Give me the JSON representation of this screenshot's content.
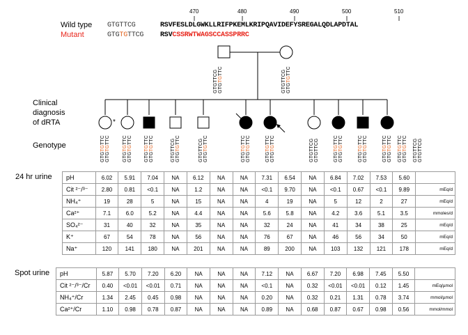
{
  "sequence": {
    "ticks": [
      "470",
      "480",
      "490",
      "500",
      "510"
    ],
    "wild_type": {
      "label": "Wild type",
      "dna": "GTGTTCG",
      "protein": "RSVFESLDLGWKLLRIFPKEMLKRIPQAVIDEFYSREGALQDLAPDTAL"
    },
    "mutant": {
      "label": "Mutant",
      "dna_pre": "GTG",
      "dna_ins": "TG",
      "dna_post": "TTCG",
      "protein_normal": "RSV",
      "protein_changed": "CSSRWTWAGSCCASSPRRC"
    }
  },
  "labels": {
    "clinical": "Clinical\ndiagnosis\nof dRTA",
    "genotype": "Genotype",
    "proband_mark": "*"
  },
  "colors": {
    "mutant": "#e8261c",
    "affected": "#000000",
    "grid": "#9a9a9a"
  },
  "genotypes": {
    "wt_line": "GTGTTCG",
    "mut_a": "GTG",
    "mut_ins": "TG",
    "mut_b": "TTC",
    "parents": [
      "wt/mut",
      "wt/mut"
    ],
    "children": [
      "mut/mut",
      "mut/mut",
      "mut/mut",
      "wt/mut",
      "wt/mut",
      "mut/mut",
      "mut/mut",
      "wt/wt",
      "mut/mut",
      "mut/mut",
      "mut/mut",
      "mut/mut",
      "wt/wt"
    ]
  },
  "urine24": {
    "title": "24 hr urine",
    "rows": [
      {
        "label": "pH",
        "values": [
          "6.02",
          "5.91",
          "7.04",
          "NA",
          "6.12",
          "NA",
          "NA",
          "7.31",
          "6.54",
          "NA",
          "6.84",
          "7.02",
          "7.53",
          "5.60"
        ],
        "unit": ""
      },
      {
        "label": "Cit ²⁻/³⁻",
        "values": [
          "2.80",
          "0.81",
          "<0.1",
          "NA",
          "1.2",
          "NA",
          "NA",
          "<0.1",
          "9.70",
          "NA",
          "<0.1",
          "0.67",
          "<0.1",
          "9.89"
        ],
        "unit": "mEq/d"
      },
      {
        "label": "NH₄⁺",
        "values": [
          "19",
          "28",
          "5",
          "NA",
          "15",
          "NA",
          "NA",
          "4",
          "19",
          "NA",
          "5",
          "12",
          "2",
          "27"
        ],
        "unit": "mEq/d"
      },
      {
        "label": "Ca²⁺",
        "values": [
          "7.1",
          "6.0",
          "5.2",
          "NA",
          "4.4",
          "NA",
          "NA",
          "5.6",
          "5.8",
          "NA",
          "4.2",
          "3.6",
          "5.1",
          "3.5"
        ],
        "unit": "mmoles/d"
      },
      {
        "label": "SO₄²⁻",
        "values": [
          "31",
          "40",
          "32",
          "NA",
          "35",
          "NA",
          "NA",
          "32",
          "24",
          "NA",
          "41",
          "34",
          "38",
          "25"
        ],
        "unit": "mEq/d"
      },
      {
        "label": "K⁺",
        "values": [
          "67",
          "54",
          "78",
          "NA",
          "56",
          "NA",
          "NA",
          "76",
          "67",
          "NA",
          "46",
          "56",
          "34",
          "50"
        ],
        "unit": "mEq/d"
      },
      {
        "label": "Na⁺",
        "values": [
          "120",
          "141",
          "180",
          "NA",
          "201",
          "NA",
          "NA",
          "89",
          "200",
          "NA",
          "103",
          "132",
          "121",
          "178"
        ],
        "unit": "mEq/d"
      }
    ]
  },
  "spot": {
    "title": "Spot urine",
    "rows": [
      {
        "label": "pH",
        "values": [
          "5.87",
          "5.70",
          "7.20",
          "6.20",
          "NA",
          "NA",
          "NA",
          "7.12",
          "NA",
          "6.67",
          "7.20",
          "6.98",
          "7.45",
          "5.50"
        ],
        "unit": ""
      },
      {
        "label": "Cit ²⁻/³⁻/Cr",
        "values": [
          "0.40",
          "<0.01",
          "<0.01",
          "0.71",
          "NA",
          "NA",
          "NA",
          "<0.1",
          "NA",
          "0.32",
          "<0.01",
          "<0.01",
          "0.12",
          "1.45"
        ],
        "unit": "mEq/µmol"
      },
      {
        "label": "NH₄⁺/Cr",
        "values": [
          "1.34",
          "2.45",
          "0.45",
          "0.98",
          "NA",
          "NA",
          "NA",
          "0.20",
          "NA",
          "0.32",
          "0.21",
          "1.31",
          "0.78",
          "3.74"
        ],
        "unit": "mmol/µmol"
      },
      {
        "label": "Ca²⁺/Cr",
        "values": [
          "1.10",
          "0.98",
          "0.78",
          "0.87",
          "NA",
          "NA",
          "NA",
          "0.89",
          "NA",
          "0.68",
          "0.87",
          "0.67",
          "0.98",
          "0.56"
        ],
        "unit": "mmol/mmol"
      }
    ]
  }
}
